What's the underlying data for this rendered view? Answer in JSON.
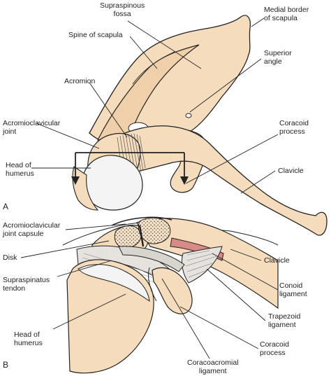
{
  "panels": {
    "a": "A",
    "b": "B"
  },
  "labels_a": {
    "supraspinous_fossa": "Supraspinous\nfossa",
    "medial_border": "Medial border\nof scapula",
    "spine_of_scapula": "Spine of scapula",
    "superior_angle": "Superior\nangle",
    "acromion": "Acromion",
    "acromioclavicular_joint": "Acromioclavicular\njoint",
    "coracoid_process": "Coracoid\nprocess",
    "head_of_humerus": "Head of\nhumerus",
    "clavicle": "Clavicle"
  },
  "labels_b": {
    "ac_joint_capsule": "Acromioclavicular\njoint capsule",
    "disk": "Disk",
    "clavicle": "Clavicle",
    "supraspinatus_tendon": "Supraspinatus\ntendon",
    "conoid_ligament": "Conoid\nligament",
    "trapezoid_ligament": "Trapezoid\nligament",
    "head_of_humerus": "Head of\nhumerus",
    "coracoid_process": "Coracoid\nprocess",
    "coracoacromial_ligament": "Coracoacromial\nligament"
  },
  "colors": {
    "bone": "#f5dcbc",
    "bone_outline": "#222222",
    "cartilage": "#f4f4f4",
    "ligament": "#e6e3df",
    "muscle": "#d98a86",
    "marrow": "#c9b49a"
  }
}
